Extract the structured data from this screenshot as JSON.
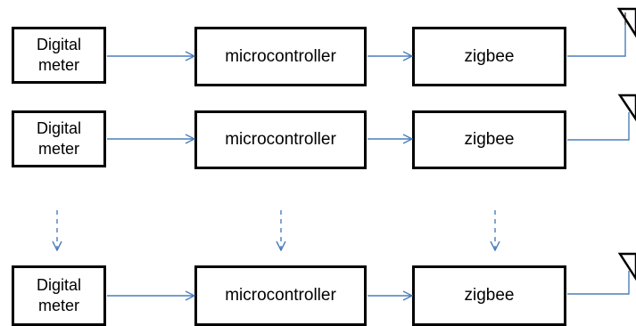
{
  "diagram": {
    "rows": [
      {
        "meter": {
          "line1": "Digital",
          "line2": "meter"
        },
        "controller": "microcontroller",
        "radio": "zigbee"
      },
      {
        "meter": {
          "line1": "Digital",
          "line2": "meter"
        },
        "controller": "microcontroller",
        "radio": "zigbee"
      },
      {
        "meter": {
          "line1": "Digital",
          "line2": "meter"
        },
        "controller": "microcontroller",
        "radio": "zigbee"
      }
    ],
    "colors": {
      "box_border": "#000000",
      "connector": "#4a7ebb",
      "text": "#000000"
    }
  }
}
